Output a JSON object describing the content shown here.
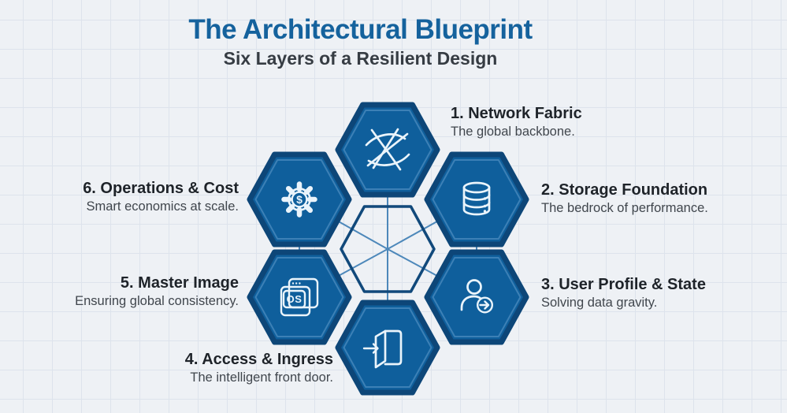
{
  "header": {
    "title": "The Architectural Blueprint",
    "subtitle": "Six Layers of a Resilient Design"
  },
  "layers": [
    {
      "heading": "1. Network Fabric",
      "description": "The global backbone.",
      "icon": "network-fabric-icon"
    },
    {
      "heading": "2. Storage Foundation",
      "description": "The bedrock of performance.",
      "icon": "database-icon"
    },
    {
      "heading": "3. User Profile & State",
      "description": "Solving data gravity.",
      "icon": "user-profile-arrow-icon"
    },
    {
      "heading": "4. Access & Ingress",
      "description": "The intelligent front door.",
      "icon": "door-ingress-icon"
    },
    {
      "heading": "5. Master Image",
      "description": "Ensuring global consistency.",
      "icon": "os-window-icon"
    },
    {
      "heading": "6. Operations & Cost",
      "description": "Smart economics at scale.",
      "icon": "gear-dollar-icon"
    }
  ],
  "icon_text": {
    "os": "OS",
    "dollar": "$"
  },
  "colors": {
    "bg": "#eef1f5",
    "grid_line": "#dde3ec",
    "title_blue": "#15629d",
    "subtitle_dark": "#363c43",
    "hex_fill": "#0f5f9c",
    "hex_border": "#0d4678",
    "hex_highlight": "#3c80b6",
    "icon_stroke": "#eaf4fb",
    "connector": "#4d88ba",
    "center_hex_stroke": "#11497b",
    "heading_text": "#1e2329",
    "desc_text": "#40464d"
  }
}
